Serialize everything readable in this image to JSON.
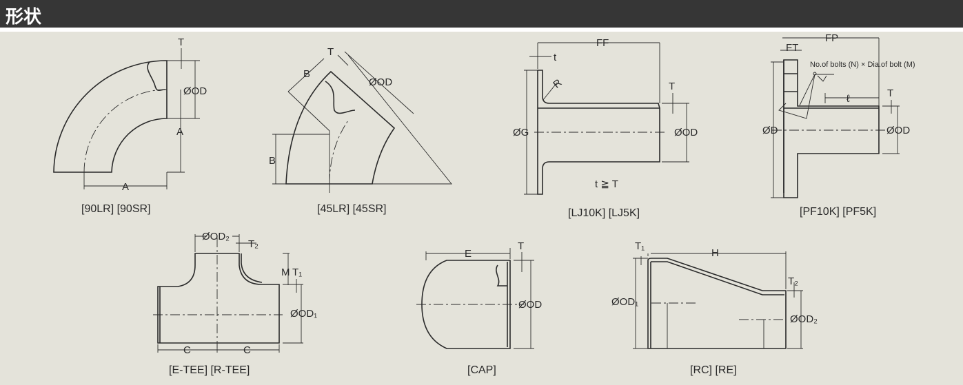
{
  "header": {
    "title": "形状"
  },
  "fittings": {
    "elbow90": {
      "caption": "[90LR] [90SR]",
      "dims": {
        "t": "T",
        "od": "ØOD",
        "a_v": "A",
        "a_h": "A"
      }
    },
    "elbow45": {
      "caption": "[45LR] [45SR]",
      "dims": {
        "t": "T",
        "od": "ØOD",
        "b_top": "B",
        "b_left": "B"
      }
    },
    "lapjoint": {
      "caption": "[LJ10K] [LJ5K]",
      "dims": {
        "ff": "FF",
        "t_small": "t",
        "r": "R",
        "t": "T",
        "g": "ØG",
        "od": "ØOD",
        "note": "t ≧ T"
      }
    },
    "plateflange": {
      "caption": "[PF10K] [PF5K]",
      "dims": {
        "fp": "FP",
        "ft": "FT",
        "bolts": "No.of bolts (N) × Dia.of bolt (M)",
        "l": "ℓ",
        "t": "T",
        "d": "ØD",
        "od": "ØOD"
      }
    },
    "tee": {
      "caption": "[E-TEE] [R-TEE]",
      "dims": {
        "od2": "ØOD₂",
        "t2": "T₂",
        "m": "M",
        "t1": "T₁",
        "od1": "ØOD₁",
        "c1": "C",
        "c2": "C"
      }
    },
    "cap": {
      "caption": "[CAP]",
      "dims": {
        "e": "E",
        "t": "T",
        "od": "ØOD"
      }
    },
    "reducer": {
      "caption": "[RC] [RE]",
      "dims": {
        "t1": "T₁",
        "h": "H",
        "t2": "T₂",
        "od1": "ØOD₁",
        "od2": "ØOD₂"
      }
    }
  }
}
